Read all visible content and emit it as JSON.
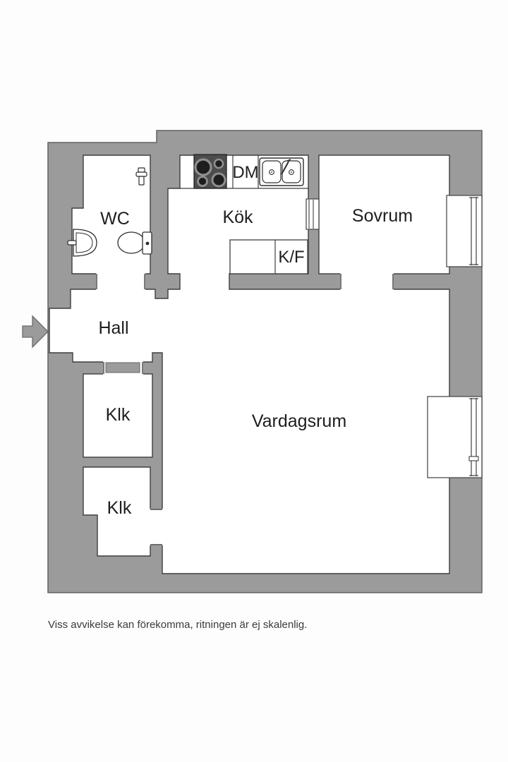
{
  "floorplan": {
    "rooms": {
      "wc": "WC",
      "kitchen": "Kök",
      "bedroom": "Sovrum",
      "hall": "Hall",
      "closet_upper": "Klk",
      "closet_lower": "Klk",
      "living_room": "Vardagsrum"
    },
    "appliances": {
      "dishwasher": "DM",
      "fridge_freezer": "K/F"
    },
    "disclaimer": "Viss avvikelse kan förekomma, ritningen är ej skalenlig.",
    "colors": {
      "wall": "#9b9b9b",
      "wall_outline": "#636363",
      "room_outline": "#3f3f3f",
      "stove": "#4d4d4d",
      "text": "#1e1e1e"
    }
  }
}
